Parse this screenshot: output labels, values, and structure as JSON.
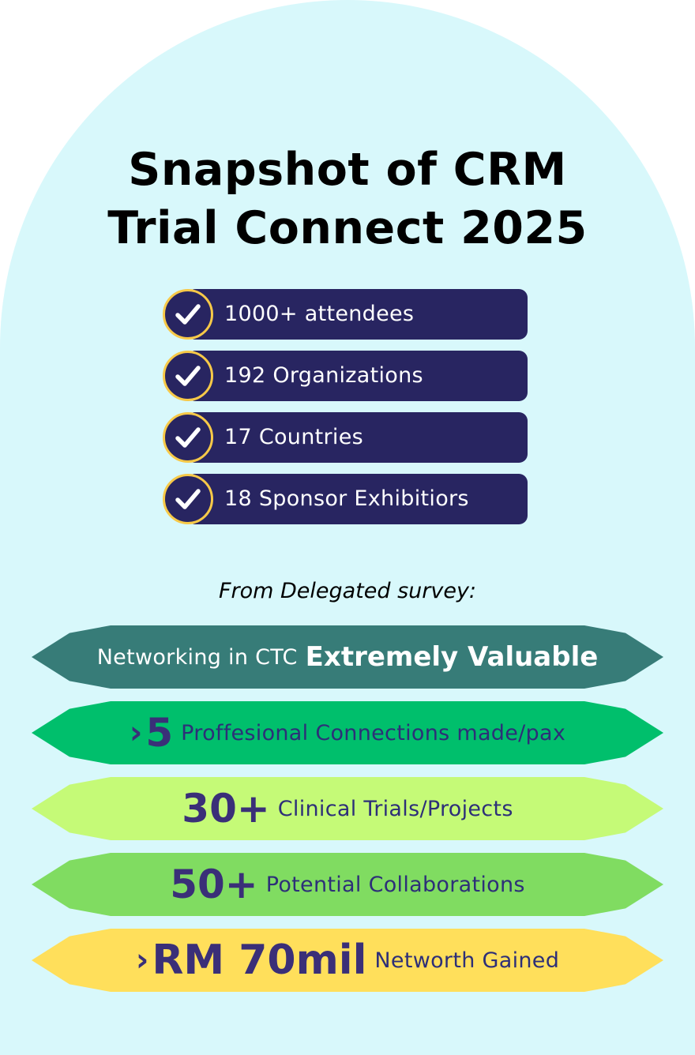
{
  "title": {
    "line1": "Snapshot of CRM",
    "line2": "Trial Connect 2025"
  },
  "highlights": [
    {
      "label": "1000+ attendees",
      "icon": "check-icon"
    },
    {
      "label": "192 Organizations",
      "icon": "check-icon"
    },
    {
      "label": "17 Countries",
      "icon": "check-icon"
    },
    {
      "label": "18 Sponsor Exhibitiors",
      "icon": "check-icon"
    }
  ],
  "survey_heading": "From Delegated survey:",
  "survey_results": [
    {
      "prefix": "",
      "value": "",
      "text": "Networking in CTC",
      "emphasis": "Extremely Valuable",
      "color": "#377c78"
    },
    {
      "prefix": "›",
      "value": "5",
      "text": "Proffesional Connections made/pax",
      "color": "#00bf6c"
    },
    {
      "prefix": "",
      "value": "30+",
      "text": "Clinical Trials/Projects",
      "color": "#c5fa77"
    },
    {
      "prefix": "",
      "value": "50+",
      "text": "Potential Collaborations",
      "color": "#80dc61"
    },
    {
      "prefix": "›",
      "value": "RM 70mil",
      "text": "Networth Gained",
      "color": "#ffdf5b"
    }
  ],
  "colors": {
    "background": "#d8f8fb",
    "badge": "#282561",
    "badge_ring": "#f7c948",
    "highlight_number": "#3a2f78"
  }
}
